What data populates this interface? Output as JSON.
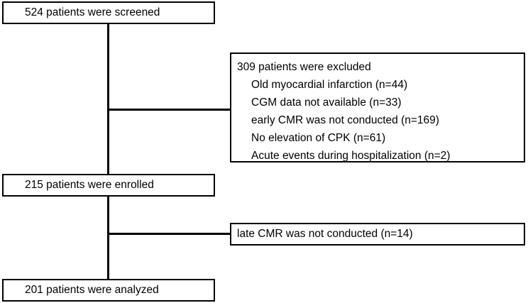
{
  "diagram": {
    "type": "patient-flow-consort",
    "nodes": {
      "screened": "524 patients were screened",
      "enrolled": "215 patients were enrolled",
      "analyzed": "201 patients were analyzed",
      "late_excluded": "late CMR was not conducted (n=14)"
    },
    "excluded": {
      "heading": "309 patients were excluded",
      "reasons": [
        "Old myocardial infarction (n=44)",
        "CGM data not available (n=33)",
        "early CMR was not conducted (n=169)",
        "No elevation of CPK (n=61)",
        "Acute events during hospitalization (n=2)"
      ]
    },
    "counts": {
      "screened": 524,
      "excluded_total": 309,
      "excluded_old_mi": 44,
      "excluded_no_cgm": 33,
      "excluded_no_early_cmr": 169,
      "excluded_no_cpk_elevation": 61,
      "excluded_acute_events": 2,
      "enrolled": 215,
      "excluded_no_late_cmr": 14,
      "analyzed": 201
    },
    "colors": {
      "stroke": "#000000",
      "background": "#ffffff",
      "text": "#000000"
    }
  }
}
